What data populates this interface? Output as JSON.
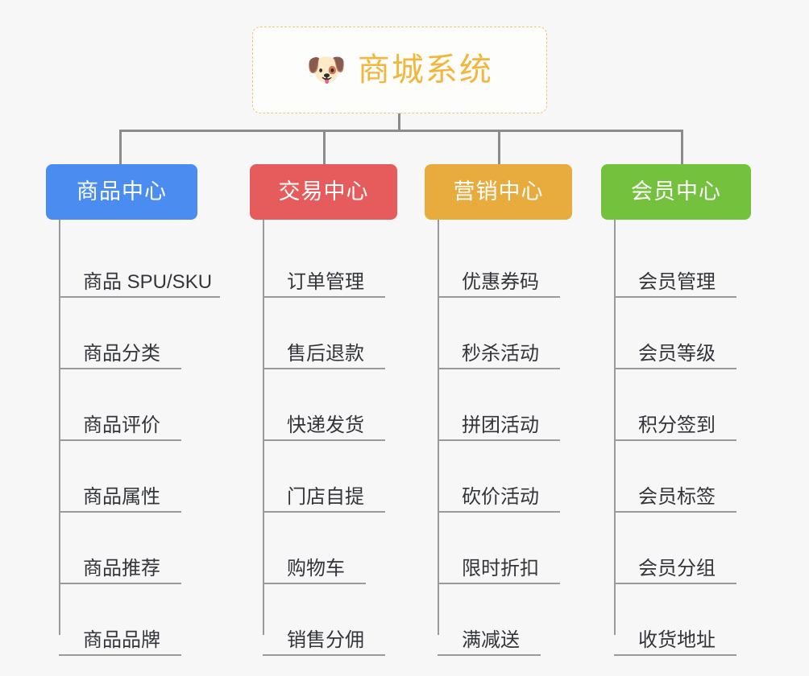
{
  "root": {
    "icon": "shiba-dog-face-emoji",
    "icon_glyph": "🐶",
    "title": "商城系统",
    "title_color": "#f2b63c",
    "border_color": "#f0c674",
    "background": "#fdfdfc"
  },
  "canvas": {
    "background": "#f7f7f7",
    "connector_color": "#8c8c8c",
    "leaf_line_color": "#9a9a9a",
    "leaf_text_color": "#33353a"
  },
  "branches": [
    {
      "id": "product-center",
      "label": "商品中心",
      "color": "#4a8cf0",
      "items": [
        {
          "label": "商品 SPU/SKU",
          "rule_width": 200
        },
        {
          "label": "商品分类",
          "rule_width": 152
        },
        {
          "label": "商品评价",
          "rule_width": 152
        },
        {
          "label": "商品属性",
          "rule_width": 152
        },
        {
          "label": "商品推荐",
          "rule_width": 152
        },
        {
          "label": "商品品牌",
          "rule_width": 152
        }
      ]
    },
    {
      "id": "trade-center",
      "label": "交易中心",
      "color": "#e65c5c",
      "items": [
        {
          "label": "订单管理",
          "rule_width": 152
        },
        {
          "label": "售后退款",
          "rule_width": 152
        },
        {
          "label": "快递发货",
          "rule_width": 152
        },
        {
          "label": "门店自提",
          "rule_width": 152
        },
        {
          "label": "购物车",
          "rule_width": 128
        },
        {
          "label": "销售分佣",
          "rule_width": 152
        }
      ]
    },
    {
      "id": "marketing-center",
      "label": "营销中心",
      "color": "#e8ab3e",
      "items": [
        {
          "label": "优惠券码",
          "rule_width": 152
        },
        {
          "label": "秒杀活动",
          "rule_width": 152
        },
        {
          "label": "拼团活动",
          "rule_width": 152
        },
        {
          "label": "砍价活动",
          "rule_width": 152
        },
        {
          "label": "限时折扣",
          "rule_width": 152
        },
        {
          "label": "满减送",
          "rule_width": 128
        }
      ]
    },
    {
      "id": "member-center",
      "label": "会员中心",
      "color": "#73c13d",
      "items": [
        {
          "label": "会员管理",
          "rule_width": 152
        },
        {
          "label": "会员等级",
          "rule_width": 152
        },
        {
          "label": "积分签到",
          "rule_width": 152
        },
        {
          "label": "会员标签",
          "rule_width": 152
        },
        {
          "label": "会员分组",
          "rule_width": 152
        },
        {
          "label": "收货地址",
          "rule_width": 152
        }
      ]
    }
  ]
}
